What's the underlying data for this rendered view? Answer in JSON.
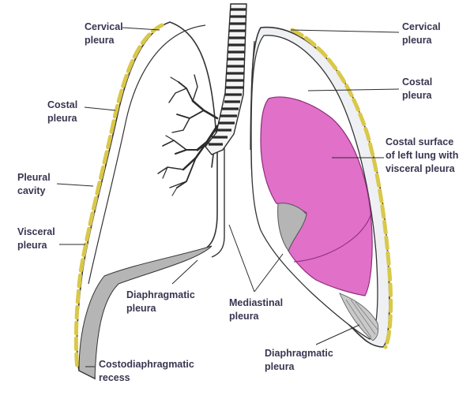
{
  "labels": {
    "cervical_left": [
      "Cervical",
      "pleura"
    ],
    "costal_left": [
      "Costal",
      "pleura"
    ],
    "pleural_cavity": [
      "Pleural",
      "cavity"
    ],
    "visceral_left": [
      "Visceral",
      "pleura"
    ],
    "diaphragmatic_center": [
      "Diaphragmatic",
      "pleura"
    ],
    "costodiaphragmatic": [
      "Costodiaphragmatic",
      "recess"
    ],
    "mediastinal": [
      "Mediastinal",
      "pleura"
    ],
    "cervical_right": [
      "Cervical",
      "pleura"
    ],
    "costal_right": [
      "Costal",
      "pleura"
    ],
    "costal_surface": [
      "Costal surface",
      "of left lung with",
      "visceral pleura"
    ],
    "diaphragmatic_right": [
      "Diaphragmatic",
      "pleura"
    ]
  },
  "colors": {
    "lung_pink": "#e070c8",
    "lung_pink_dark": "#c94aae",
    "pleura_yellow": "#d9c84a",
    "recess_gray": "#b5b5b5",
    "trachea": "#2b2b2b",
    "label": "#3a3550"
  }
}
